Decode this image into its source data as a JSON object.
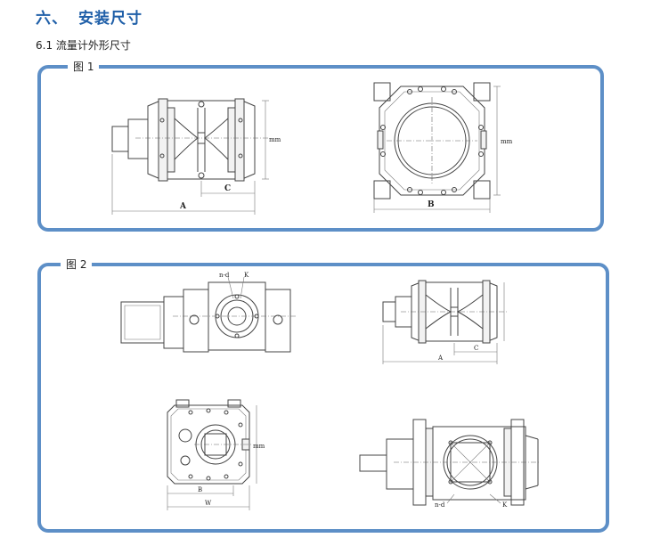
{
  "heading": {
    "number": "六、",
    "text": "安装尺寸"
  },
  "section": {
    "title": "6.1 流量计外形尺寸"
  },
  "figure1": {
    "label": "图 1",
    "side_view": {
      "dim_a": "A",
      "dim_c": "C",
      "dim_h": "mm"
    },
    "front_view": {
      "dim_b": "B",
      "dim_h": "mm"
    }
  },
  "figure2": {
    "label": "图 2",
    "top_view": {
      "label_nd": "n-d",
      "label_k": "K"
    },
    "side_view": {
      "dim_a": "A",
      "dim_c": "C"
    },
    "front_view": {
      "dim_b": "B",
      "dim_w": "W",
      "dim_h": "mm"
    },
    "bottom_view": {
      "label_nd": "n-d",
      "label_k": "K"
    }
  }
}
